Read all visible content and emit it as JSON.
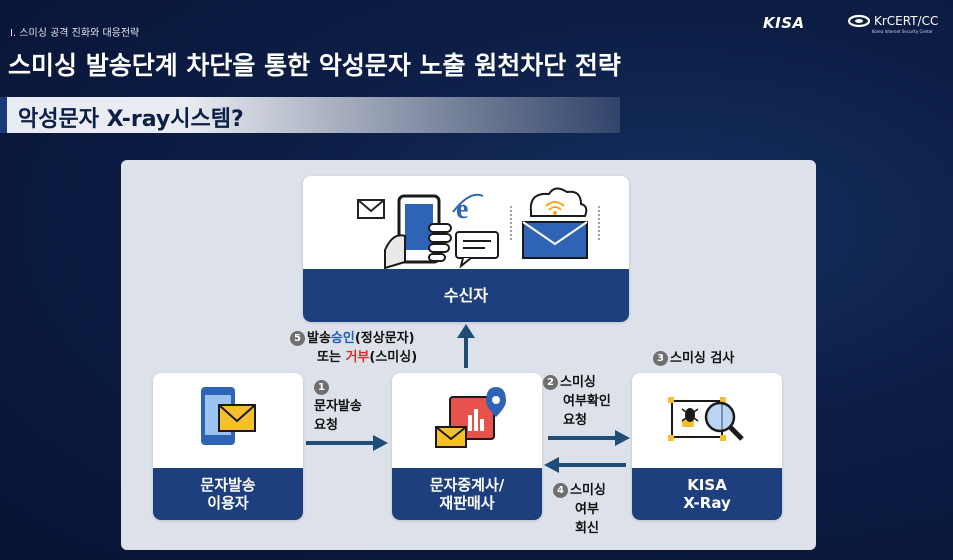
{
  "header": {
    "breadcrumb": "Ⅰ. 스미싱 공격 진화와 대응전략",
    "title": "스미싱 발송단계 차단을 통한 악성문자 노출 원천차단 전략",
    "logo_kisa": "KISA",
    "logo_cert": "KrCERT/CC",
    "logo_cert_sub": "Korea Internet Security Center"
  },
  "subtitle": "악성문자 X-ray시스템?",
  "nodes": {
    "recipient": "수신자",
    "sender_line1": "문자발송",
    "sender_line2": "이용자",
    "relay_line1": "문자중계사/",
    "relay_line2": "재판매사",
    "xray_line1": "KISA",
    "xray_line2": "X-Ray"
  },
  "steps": {
    "s1_num": "1",
    "s1_line1": "문자발송",
    "s1_line2": "요청",
    "s2_num": "2",
    "s2_line1": "스미싱",
    "s2_line2": "여부확인",
    "s2_line3": "요청",
    "s3_num": "3",
    "s3_text": "스미싱 검사",
    "s4_num": "4",
    "s4_line1": "스미싱",
    "s4_line2": "여부",
    "s4_line3": "회신",
    "s5_num": "5",
    "s5_a": "발송",
    "s5_b": "승인",
    "s5_c": "(정상문자)",
    "s5_d": "또는 ",
    "s5_e": "거부",
    "s5_f": "(스미싱)"
  },
  "colors": {
    "background": "#0c1d45",
    "node_label": "#1e3f7e",
    "arrow": "#1e4d78",
    "approve": "#1e5fb8",
    "reject": "#e02d2d",
    "icon_red": "#e9524c",
    "icon_yellow": "#f5c02b"
  },
  "icons": [
    "envelope-icon",
    "smartphone-icon",
    "internet-explorer-icon",
    "chat-icon",
    "cloud-wifi-icon",
    "mail-inbox-icon",
    "phone-message-icon",
    "relay-server-icon",
    "bug-scan-icon"
  ]
}
